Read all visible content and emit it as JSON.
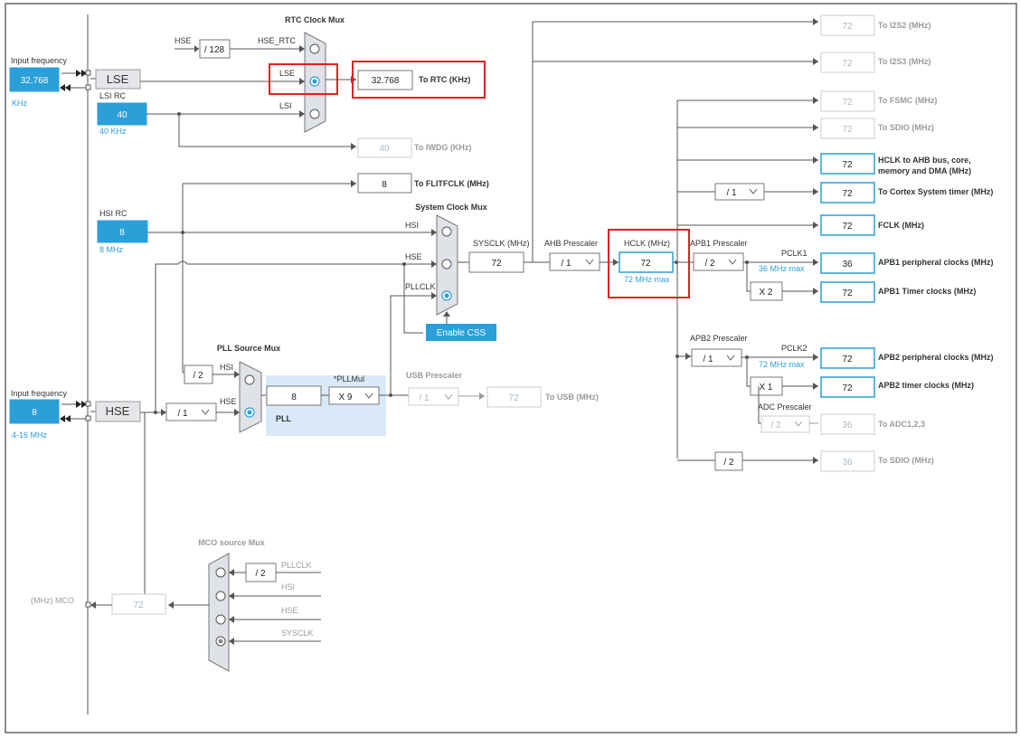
{
  "lse_input": {
    "label": "Input frequency",
    "value": "32.768",
    "unit": "KHz",
    "block": "LSE"
  },
  "lsi": {
    "label": "LSI RC",
    "value": "40",
    "unit": "40 KHz"
  },
  "hsi": {
    "label": "HSI RC",
    "value": "8",
    "unit": "8 MHz"
  },
  "hse_input": {
    "label": "Input frequency",
    "value": "8",
    "unit": "4-16 MHz",
    "block": "HSE"
  },
  "rtc_mux": {
    "title": "RTC Clock Mux",
    "hse_label": "HSE",
    "div": "/ 128",
    "hse_rtc": "HSE_RTC",
    "lse": "LSE",
    "lsi": "LSI"
  },
  "outputs": {
    "rtc": {
      "value": "32.768",
      "label": "To RTC (KHz)"
    },
    "iwdg": {
      "value": "40",
      "label": "To IWDG (KHz)"
    },
    "flit": {
      "value": "8",
      "label": "To FLITFCLK (MHz)"
    },
    "i2s2": {
      "value": "72",
      "label": "To I2S2 (MHz)"
    },
    "i2s3": {
      "value": "72",
      "label": "To I2S3 (MHz)"
    },
    "fsmc": {
      "value": "72",
      "label": "To FSMC (MHz)"
    },
    "sdio1": {
      "value": "72",
      "label": "To SDIO (MHz)"
    },
    "hclk_ahb": {
      "value": "72",
      "label": "HCLK to AHB bus, core,",
      "label2": "memory and DMA (MHz)"
    },
    "cortex": {
      "value": "72",
      "label": "To Cortex System timer (MHz)",
      "div": "/ 1"
    },
    "fclk": {
      "value": "72",
      "label": "FCLK (MHz)"
    },
    "apb1_periph": {
      "value": "36",
      "label": "APB1 peripheral clocks (MHz)"
    },
    "apb1_timer": {
      "value": "72",
      "label": "APB1 Timer clocks (MHz)",
      "mult": "X 2"
    },
    "apb2_periph": {
      "value": "72",
      "label": "APB2 peripheral clocks (MHz)"
    },
    "apb2_timer": {
      "value": "72",
      "label": "APB2 timer clocks (MHz)",
      "mult": "X 1"
    },
    "adc": {
      "value": "36",
      "label": "To ADC1,2,3",
      "prescaler_label": "ADC Prescaler",
      "div": "/ 2"
    },
    "sdio2": {
      "value": "36",
      "label": "To SDIO (MHz)",
      "div": "/ 2"
    },
    "usb": {
      "value": "72",
      "label": "To USB (MHz)",
      "prescaler_label": "USB Prescaler",
      "div": "/ 1"
    }
  },
  "sysclk_mux": {
    "title": "System Clock Mux",
    "hsi": "HSI",
    "hse": "HSE",
    "pllclk": "PLLCLK",
    "sysclk_label": "SYSCLK (MHz)",
    "sysclk_value": "72",
    "css_button": "Enable CSS"
  },
  "ahb": {
    "label": "AHB Prescaler",
    "div": "/ 1",
    "hclk_label": "HCLK (MHz)",
    "hclk_value": "72",
    "hclk_max": "72 MHz max"
  },
  "apb1": {
    "label": "APB1 Prescaler",
    "div": "/ 2",
    "pclk": "PCLK1",
    "max": "36 MHz max"
  },
  "apb2": {
    "label": "APB2 Prescaler",
    "div": "/ 1",
    "pclk": "PCLK2",
    "max": "72 MHz max"
  },
  "pll": {
    "source_title": "PLL Source Mux",
    "hsi": "HSI",
    "hse": "HSE",
    "hsi_div": "/ 2",
    "hse_div": "/ 1",
    "value": "8",
    "mul_label": "*PLLMul",
    "mul": "X 9",
    "name": "PLL"
  },
  "mco": {
    "title": "MCO source Mux",
    "pllclk": "PLLCLK",
    "div": "/ 2",
    "hsi": "HSI",
    "hse": "HSE",
    "sysclk": "SYSCLK",
    "out_label": "(MHz) MCO",
    "value": "72"
  }
}
